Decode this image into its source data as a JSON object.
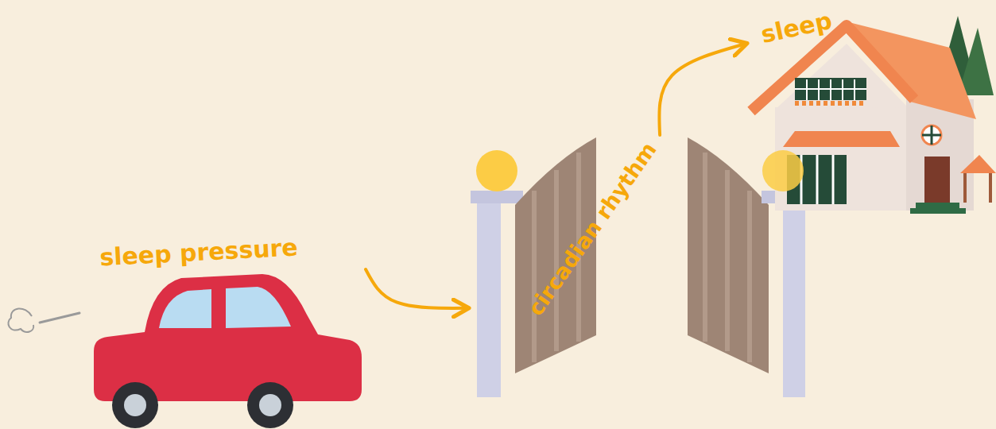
{
  "diagram": {
    "nodes": [
      {
        "text": [
          "sleep pressure"
        ]
      },
      {
        "text": [
          "circadian rhythm"
        ]
      },
      {
        "text": [
          "sleep"
        ]
      }
    ],
    "edges": [
      {
        "from": 0,
        "to": 1,
        "arrow": "to"
      },
      {
        "from": 1,
        "to": 2,
        "arrow": "to"
      }
    ]
  }
}
